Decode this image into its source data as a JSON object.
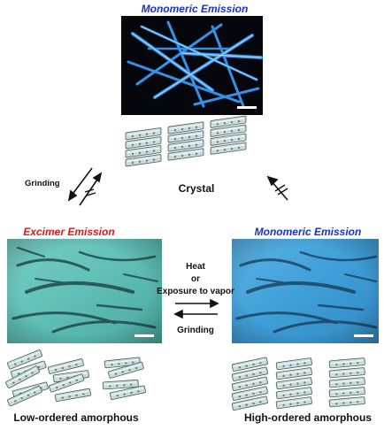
{
  "labels": {
    "top_emission": "Monomeric Emission",
    "left_emission": "Excimer Emission",
    "right_emission": "Monomeric Emission",
    "crystal": "Crystal",
    "grinding_left": "Grinding",
    "heat": "Heat",
    "or": "or",
    "vapor": "Exposure to vapor",
    "grinding_middle": "Grinding",
    "low_ordered": "Low-ordered amorphous",
    "high_ordered": "High-ordered amorphous"
  },
  "colors": {
    "monomeric_text": "#1a2fd6",
    "excimer_text": "#e01818",
    "crystal_background": "#05070d",
    "crystal_emission": "#3aa0ff",
    "film_cyan": "#5fbfb6",
    "film_blue": "#3f9fd8",
    "molecule_fill": "#c9dcdc",
    "molecule_stroke": "#4a5a5a"
  },
  "icons": {
    "arrow_blocked": "crossed-arrow-icon",
    "molecule": "molecule-slab-icon"
  }
}
